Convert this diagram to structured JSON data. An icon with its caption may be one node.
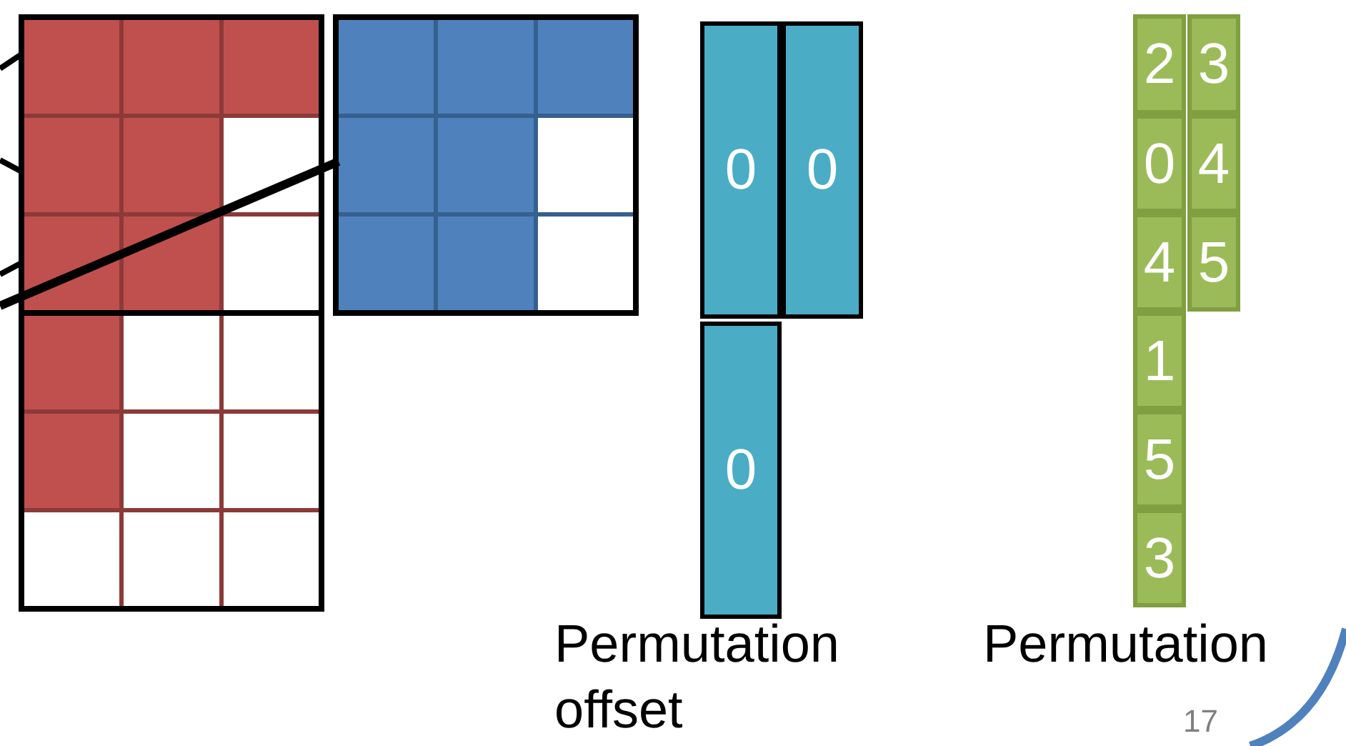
{
  "diagram": {
    "nodes": [
      {
        "text": [
          "0"
        ]
      },
      {
        "text": [
          "0"
        ]
      },
      {
        "text": [
          "0"
        ]
      },
      {
        "text": [
          "2"
        ]
      },
      {
        "text": [
          "3"
        ]
      },
      {
        "text": [
          "0"
        ]
      },
      {
        "text": [
          "4"
        ]
      },
      {
        "text": [
          "4"
        ]
      },
      {
        "text": [
          "5"
        ]
      },
      {
        "text": [
          "1"
        ]
      },
      {
        "text": [
          "5"
        ]
      },
      {
        "text": [
          "3"
        ]
      }
    ],
    "edges": [],
    "labels": [
      "Permutation offset",
      "Permutation",
      "17"
    ]
  }
}
